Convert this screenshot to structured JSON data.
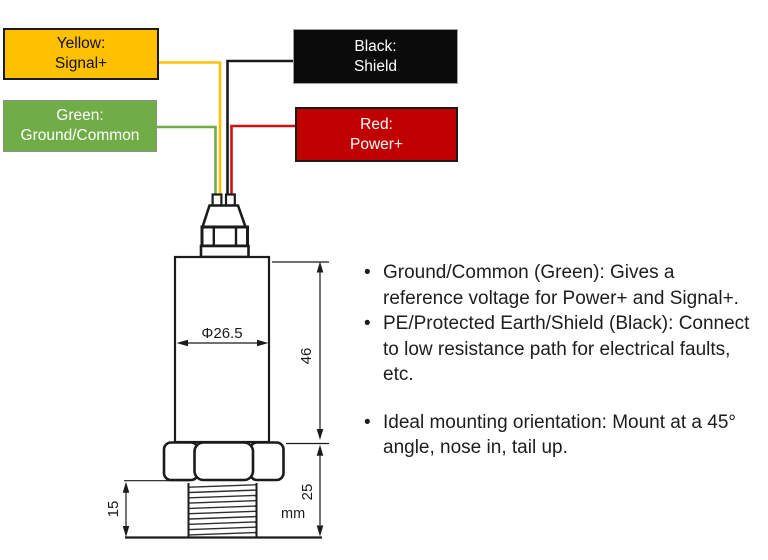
{
  "colors": {
    "yellow_box": "#FFC000",
    "green_box": "#70AD47",
    "black_box": "#0B0B0B",
    "red_box": "#C00000",
    "wire_yellow": "#FFC000",
    "wire_green": "#6FAE47",
    "wire_black": "#1B1B1B",
    "wire_red": "#D01111"
  },
  "wire_labels": {
    "yellow": {
      "line1": "Yellow:",
      "line2": "Signal+"
    },
    "green": {
      "line1": "Green:",
      "line2": "Ground/Common"
    },
    "black": {
      "line1": "Black:",
      "line2": "Shield"
    },
    "red": {
      "line1": "Red:",
      "line2": "Power+"
    }
  },
  "dimensions": {
    "diameter": "Φ26.5",
    "body_height": "46",
    "lower_height": "25",
    "thread_length": "15",
    "units": "mm"
  },
  "notes": [
    "Ground/Common (Green): Gives a reference voltage for Power+ and Signal+.",
    "PE/Protected Earth/Shield (Black): Connect to low resistance path for electrical faults, etc.",
    "Ideal mounting orientation: Mount at a 45° angle, nose in, tail up."
  ]
}
